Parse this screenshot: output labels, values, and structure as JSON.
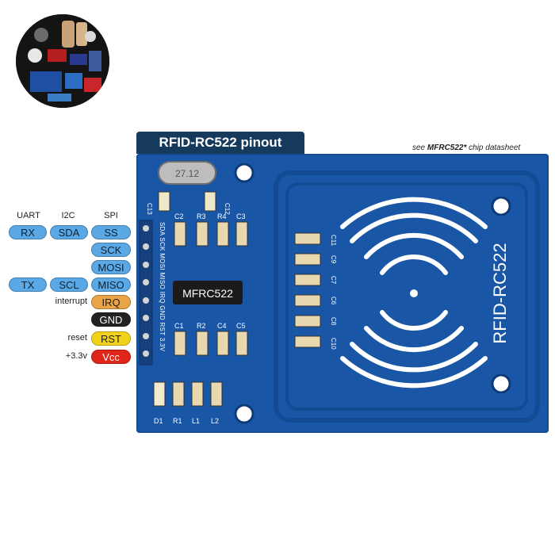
{
  "title": "RFID-RC522 pinout",
  "note_prefix": "see ",
  "note_bold": "MFRC522*",
  "note_suffix": " chip datasheet",
  "headers": {
    "uart": "UART",
    "i2c": "I2C",
    "spi": "SPI"
  },
  "pins": [
    {
      "spi": "SS",
      "i2c": "SDA",
      "uart": "RX",
      "color": "#5aa9e6"
    },
    {
      "spi": "SCK",
      "color": "#5aa9e6"
    },
    {
      "spi": "MOSI",
      "color": "#5aa9e6"
    },
    {
      "spi": "MISO",
      "i2c": "SCL",
      "uart": "TX",
      "color": "#5aa9e6"
    },
    {
      "spi": "IRQ",
      "side": "interrupt",
      "color": "#e8a446"
    },
    {
      "spi": "GND",
      "color": "#222222"
    },
    {
      "spi": "RST",
      "side": "reset",
      "color": "#f2d21b"
    },
    {
      "spi": "Vcc",
      "side": "+3.3v",
      "color": "#e0261b"
    }
  ],
  "board": {
    "chip": "MFRC522",
    "model": "RFID-RC522",
    "crystal": "27.12",
    "header_labels": [
      "SDA",
      "SCK",
      "MOSI",
      "MISO",
      "IRQ",
      "GND",
      "RST",
      "3.3V"
    ],
    "top_components": [
      "C2",
      "R3",
      "R4",
      "C3"
    ],
    "mid_components": [
      "C1",
      "R2",
      "C4",
      "C5"
    ],
    "bottom_components": [
      "D1",
      "R1",
      "L1",
      "L2"
    ],
    "cap_labels_right": [
      "C11",
      "C9",
      "C7",
      "C6",
      "C8",
      "C10"
    ],
    "crystal_caps": [
      "C13",
      "C12"
    ]
  }
}
